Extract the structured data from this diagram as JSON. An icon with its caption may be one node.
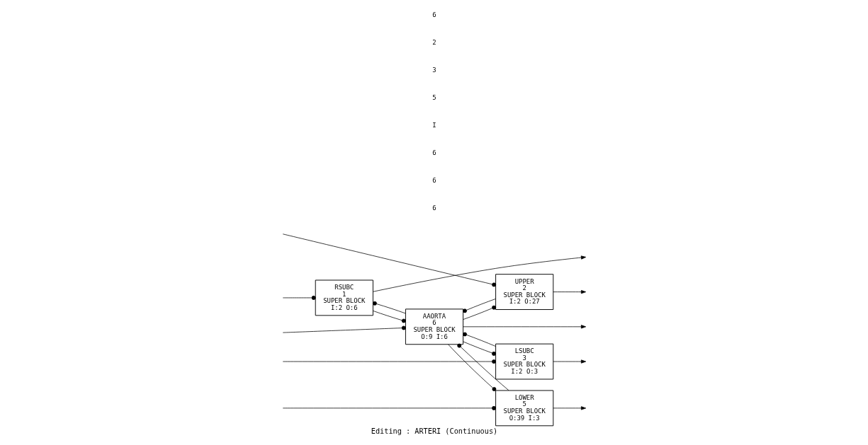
{
  "diagram": {
    "caption": "Editing : ARTERI (Continuous)",
    "nodes": [
      {
        "text": [
          "RSUBC",
          "1",
          "SUPER BLOCK",
          "I:2 O:6"
        ]
      },
      {
        "text": [
          "UPPER",
          "2",
          "SUPER BLOCK",
          "I:2 O:27"
        ]
      },
      {
        "text": [
          "LSUBC",
          "3",
          "SUPER BLOCK",
          "I:2 O:3"
        ]
      },
      {
        "text": [
          "AAORTA",
          "6",
          "SUPER BLOCK",
          "O:9 I:6"
        ]
      },
      {
        "text": [
          "LOWER",
          "5",
          "SUPER BLOCK",
          "O:39 I:3"
        ]
      }
    ],
    "edges": [
      {
        "from": 0,
        "to": null,
        "arrow": "to"
      },
      {
        "from": null,
        "to": 0,
        "arrow": "other"
      },
      {
        "from": null,
        "to": 1,
        "arrow": "other"
      },
      {
        "from": null,
        "to": 2,
        "arrow": "other"
      },
      {
        "from": null,
        "to": 3,
        "arrow": "other"
      },
      {
        "from": null,
        "to": 4,
        "arrow": "other"
      },
      {
        "from": 3,
        "to": 0,
        "arrow": "other"
      },
      {
        "from": 3,
        "to": 1,
        "arrow": "other"
      },
      {
        "from": 3,
        "to": 2,
        "arrow": "other"
      },
      {
        "from": 3,
        "to": 4,
        "arrow": "other"
      },
      {
        "from": 3,
        "to": null,
        "arrow": "to"
      },
      {
        "from": 0,
        "to": 3,
        "arrow": "other"
      },
      {
        "from": 1,
        "to": null,
        "arrow": "to"
      },
      {
        "from": 1,
        "to": 3,
        "arrow": "other"
      },
      {
        "from": 2,
        "to": 3,
        "arrow": "other"
      },
      {
        "from": 2,
        "to": null,
        "arrow": "to"
      },
      {
        "from": 4,
        "to": 3,
        "arrow": "other"
      },
      {
        "from": 4,
        "to": null,
        "arrow": "to"
      }
    ],
    "labels": [
      "6",
      "6",
      "6",
      "I",
      "5",
      "3",
      "2",
      "6"
    ]
  }
}
